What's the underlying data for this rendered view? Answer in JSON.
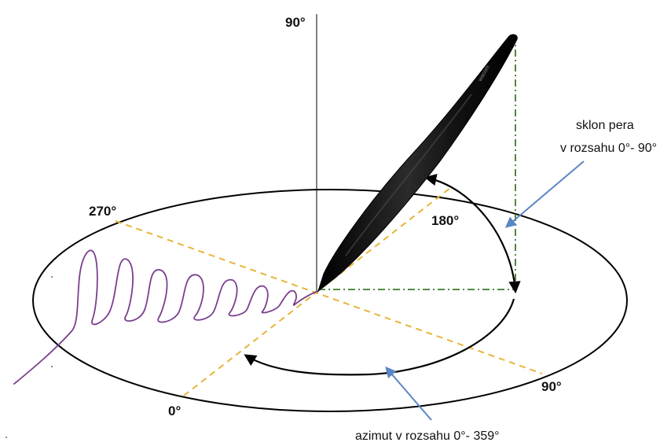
{
  "labels": {
    "vertical_90": "90°",
    "azimuth_270": "270°",
    "azimuth_180": "180°",
    "azimuth_90": "90°",
    "azimuth_0": "0°",
    "tilt_line1": "sklon pera",
    "tilt_line2": "v rozsahu 0°- 90°",
    "azimuth_range": "azimut v rozsahu 0°- 359°",
    "pen_brand": "wacom"
  },
  "colors": {
    "ellipse": "#000000",
    "vertical_axis": "#000000",
    "dashed_axes": "#e8b43a",
    "projection": "#3d7a2a",
    "pen": "#1a1a1a",
    "stroke": "#7a3f8e",
    "arrow_pointer": "#5b86c4"
  }
}
